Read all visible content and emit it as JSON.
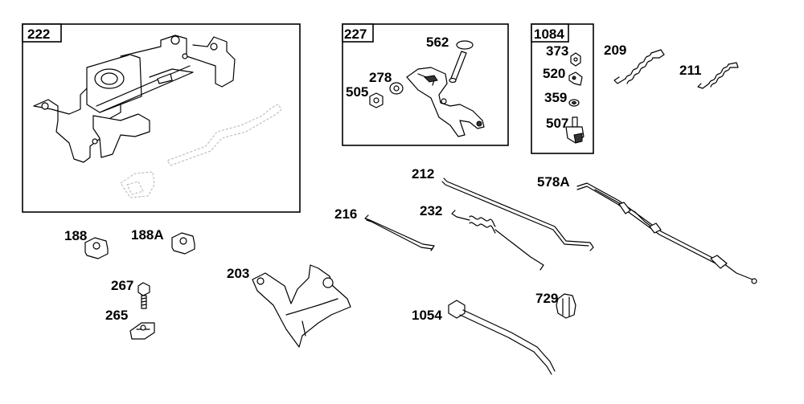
{
  "groups": [
    {
      "id": "222"
    },
    {
      "id": "227"
    },
    {
      "id": "1084"
    }
  ],
  "parts": {
    "p562": "562",
    "p278": "278",
    "p505": "505",
    "p373": "373",
    "p520": "520",
    "p359": "359",
    "p507": "507",
    "p209": "209",
    "p211": "211",
    "p188": "188",
    "p188A": "188A",
    "p267": "267",
    "p265": "265",
    "p203": "203",
    "p216": "216",
    "p212": "212",
    "p232": "232",
    "p578A": "578A",
    "p1054": "1054",
    "p729": "729"
  }
}
